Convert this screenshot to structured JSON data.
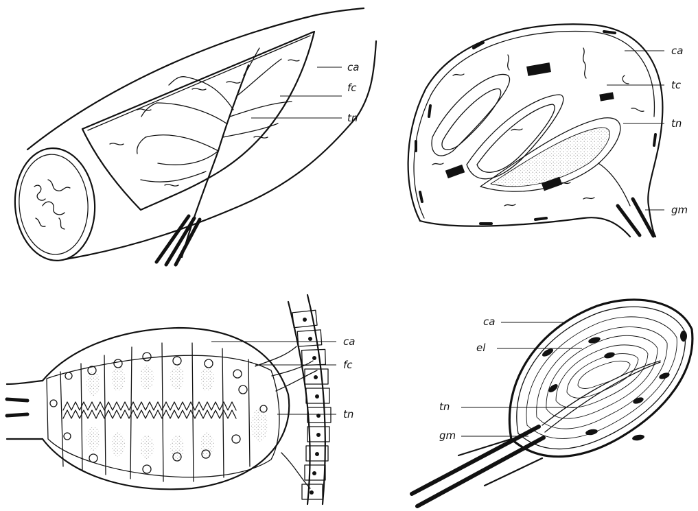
{
  "panels": [
    {
      "id": "top-left",
      "labels": [
        "ca",
        "fc",
        "tn"
      ]
    },
    {
      "id": "top-right",
      "labels": [
        "ca",
        "tc",
        "tn",
        "gm"
      ]
    },
    {
      "id": "bottom-left",
      "labels": [
        "ca",
        "fc",
        "tn"
      ]
    },
    {
      "id": "bottom-right",
      "labels": [
        "ca",
        "el",
        "tn",
        "gm"
      ]
    }
  ]
}
